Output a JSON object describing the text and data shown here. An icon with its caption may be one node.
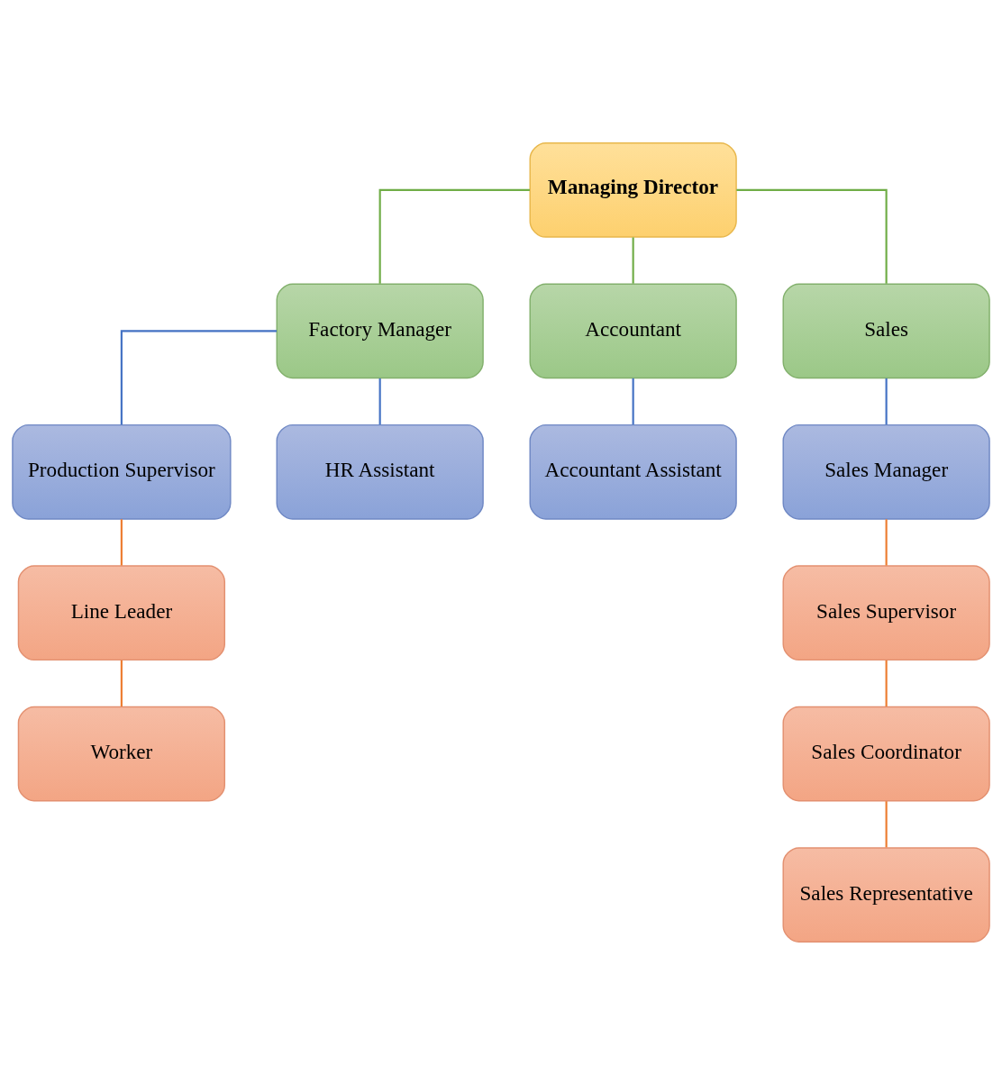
{
  "diagram": {
    "nodes": [
      {
        "text": [
          "Managing Director"
        ]
      },
      {
        "text": [
          "Factory Manager"
        ]
      },
      {
        "text": [
          "Accountant"
        ]
      },
      {
        "text": [
          "Sales"
        ]
      },
      {
        "text": [
          "Production Supervisor"
        ]
      },
      {
        "text": [
          "HR Assistant"
        ]
      },
      {
        "text": [
          "Accountant Assistant"
        ]
      },
      {
        "text": [
          "Sales Manager"
        ]
      },
      {
        "text": [
          "Line Leader"
        ]
      },
      {
        "text": [
          "Worker"
        ]
      },
      {
        "text": [
          "Sales Supervisor"
        ]
      },
      {
        "text": [
          "Sales Coordinator"
        ]
      },
      {
        "text": [
          "Sales Representative"
        ]
      }
    ],
    "edges": [
      {
        "from": 0,
        "to": 1,
        "arrow": "none",
        "color": "#70ad47"
      },
      {
        "from": 0,
        "to": 2,
        "arrow": "none",
        "color": "#70ad47"
      },
      {
        "from": 0,
        "to": 3,
        "arrow": "none",
        "color": "#70ad47"
      },
      {
        "from": 1,
        "to": 4,
        "arrow": "none",
        "color": "#4472c4"
      },
      {
        "from": 1,
        "to": 5,
        "arrow": "none",
        "color": "#4472c4"
      },
      {
        "from": 2,
        "to": 6,
        "arrow": "none",
        "color": "#4472c4"
      },
      {
        "from": 3,
        "to": 7,
        "arrow": "none",
        "color": "#4472c4"
      },
      {
        "from": 4,
        "to": 8,
        "arrow": "none"
      },
      {
        "from": 8,
        "to": 9,
        "arrow": "none"
      },
      {
        "from": 7,
        "to": 10,
        "arrow": "none"
      },
      {
        "from": 10,
        "to": 11,
        "arrow": "none"
      },
      {
        "from": 11,
        "to": 12,
        "arrow": "none"
      }
    ]
  }
}
